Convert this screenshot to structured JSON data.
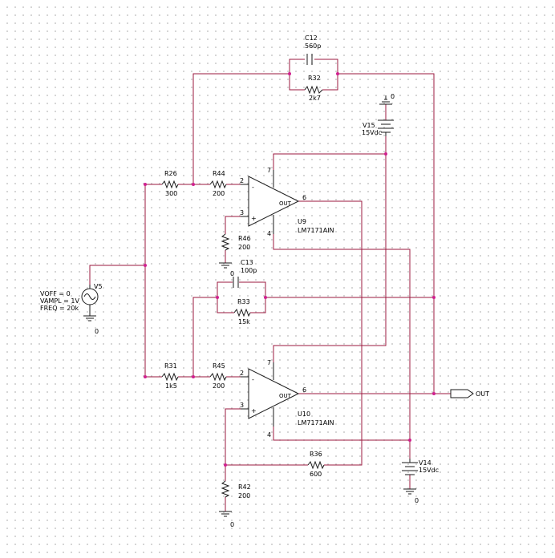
{
  "components": {
    "c12": {
      "ref": "C12",
      "value": "560p"
    },
    "r32": {
      "ref": "R32",
      "value": "2k7"
    },
    "r26": {
      "ref": "R26",
      "value": "300"
    },
    "r44": {
      "ref": "R44",
      "value": "200"
    },
    "r46": {
      "ref": "R46",
      "value": "200"
    },
    "u9": {
      "ref": "U9",
      "part": "LM7171AIN"
    },
    "c13": {
      "ref": "C13",
      "value": "100p"
    },
    "r33": {
      "ref": "R33",
      "value": "15k"
    },
    "r31": {
      "ref": "R31",
      "value": "1k5"
    },
    "r45": {
      "ref": "R45",
      "value": "200"
    },
    "u10": {
      "ref": "U10",
      "part": "LM7171AIN"
    },
    "r36": {
      "ref": "R36",
      "value": "600"
    },
    "r42": {
      "ref": "R42",
      "value": "200"
    },
    "v15": {
      "ref": "V15",
      "value": "15Vdc"
    },
    "v14": {
      "ref": "V14",
      "value": "15Vdc"
    },
    "v5": {
      "ref": "V5",
      "voff": "VOFF = 0",
      "vampl": "VAMPL = 1V",
      "freq": "FREQ = 20k"
    }
  },
  "opamp_pins": {
    "inv": "2",
    "noninv": "3",
    "out": "6",
    "vpos": "7",
    "vneg": "4",
    "out_label": "OUT",
    "minus": "-",
    "plus": "+"
  },
  "grounds": {
    "g0": "0"
  },
  "ports": {
    "out": "OUT"
  },
  "colors": {
    "wire": "#9b1a3f",
    "junction": "#d0208f",
    "part": "#1a1a1a",
    "grid_dot": "#c8c8c8"
  }
}
